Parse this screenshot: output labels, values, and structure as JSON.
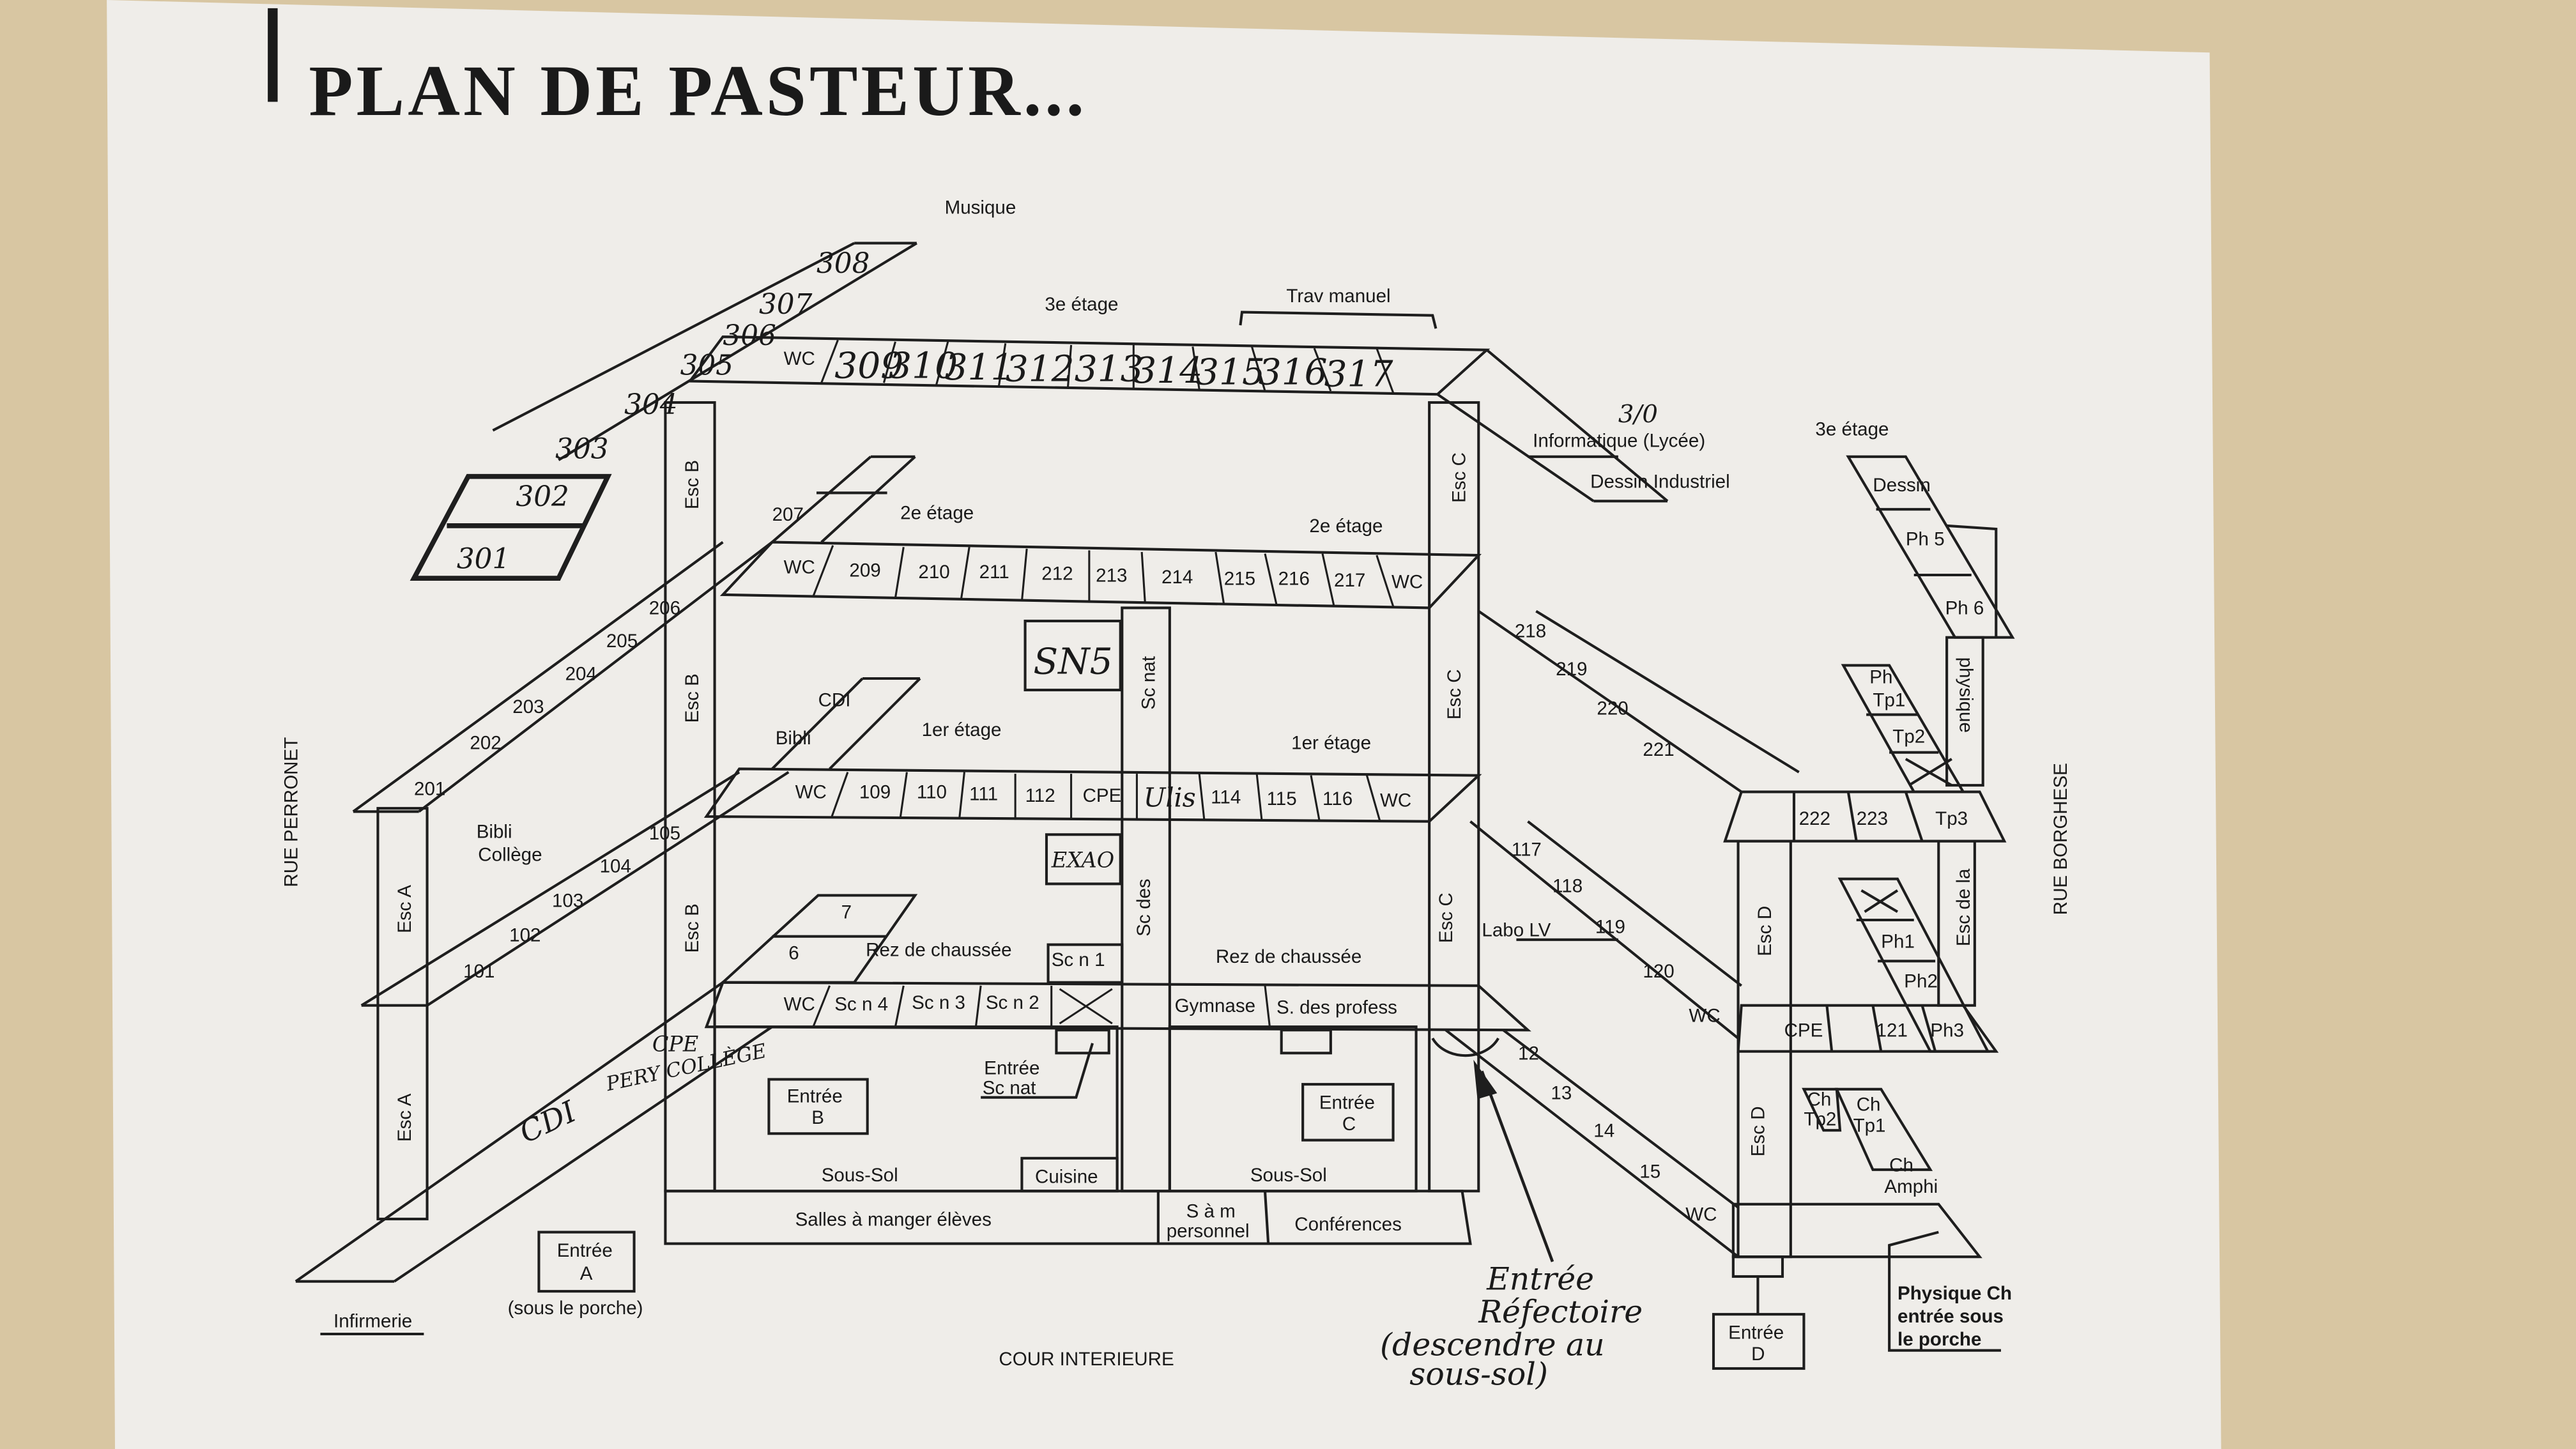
{
  "title": "PLAN DE PASTEUR...",
  "streets": {
    "left": "RUE PERRONET",
    "right": "RUE BORGHESE"
  },
  "courtyard": "COUR INTERIEURE",
  "stairs": {
    "esc_a": "Esc A",
    "esc_b": "Esc B",
    "esc_c": "Esc C",
    "esc_d": "Esc D",
    "esc_de_la": "Esc de la",
    "sc_nat": "Sc nat",
    "sc_des": "Sc des"
  },
  "floor3": {
    "label": "3e étage",
    "label_right": "3e étage",
    "musique": "Musique",
    "trav_manuel": "Trav manuel",
    "corridor": [
      "WC",
      "309",
      "310",
      "311",
      "312",
      "313",
      "314",
      "315",
      "316",
      "317"
    ],
    "wing_left": [
      "308",
      "307",
      "306",
      "305",
      "304",
      "303",
      "302",
      "301"
    ],
    "informatique": "Informatique (Lycée)",
    "informatique_note": "3/0",
    "dessin_industriel": "Dessin Industriel",
    "wing_right": [
      "Dessin",
      "Ph 5",
      "Ph 6"
    ],
    "physique": "physique"
  },
  "floor2": {
    "label_left": "2e étage",
    "label_right": "2e étage",
    "room_207": "207",
    "corridor": [
      "WC",
      "209",
      "210",
      "211",
      "212",
      "213",
      "214",
      "215",
      "216",
      "217",
      "WC"
    ],
    "wing_left": [
      "206",
      "205",
      "204",
      "203",
      "202",
      "201"
    ],
    "wing_right": [
      "218",
      "219",
      "220",
      "221"
    ],
    "right_row": [
      "222",
      "223",
      "Tp3"
    ],
    "ph_tp1_a": "Ph",
    "ph_tp1_b": "Tp1",
    "tp2": "Tp2"
  },
  "floor1": {
    "label_left": "1er étage",
    "label_right": "1er étage",
    "cdi": "CDI",
    "bibli": "Bibli",
    "bibli_college_a": "Bibli",
    "bibli_college_b": "Collège",
    "corridor": [
      "WC",
      "109",
      "110",
      "111",
      "112",
      "CPE",
      "Ulis",
      "114",
      "115",
      "116",
      "WC"
    ],
    "wing_left": [
      "105",
      "104",
      "103",
      "102",
      "101"
    ],
    "wing_right": [
      "117",
      "118",
      "119",
      "120",
      "WC"
    ],
    "labo_lv": "Labo LV",
    "right_row": [
      "CPE",
      "121",
      "Ph3"
    ],
    "right_wing": [
      "Ph1",
      "Ph2"
    ],
    "sn5": "SN5",
    "exao": "EXAO"
  },
  "ground": {
    "label_left": "Rez de chaussée",
    "label_right": "Rez de chaussée",
    "room_7": "7",
    "room_6": "6",
    "sc_n_1": "Sc n 1",
    "corridor": [
      "WC",
      "Sc n 4",
      "Sc n 3",
      "Sc n 2"
    ],
    "gymnase": "Gymnase",
    "profs": "S. des profess",
    "wing_right": [
      "12",
      "13",
      "14",
      "15",
      "WC"
    ],
    "ch_tp2_a": "Ch",
    "ch_tp2_b": "Tp2",
    "ch_tp1_a": "Ch",
    "ch_tp1_b": "Tp1",
    "ch_amphi_a": "Ch",
    "ch_amphi_b": "Amphi",
    "handwritten_cpe": "CPE",
    "handwritten_perry": "PERY COLLÈGE",
    "handwritten_cdi": "CDI"
  },
  "basement": {
    "sous_sol_left": "Sous-Sol",
    "sous_sol_right": "Sous-Sol",
    "cuisine": "Cuisine",
    "salles": "Salles à manger élèves",
    "sam_a": "S à m",
    "sam_b": "personnel",
    "conferences": "Conférences"
  },
  "entrances": {
    "a_line1": "Entrée",
    "a_line2": "A",
    "a_note": "(sous le porche)",
    "b_line1": "Entrée",
    "b_line2": "B",
    "c_line1": "Entrée",
    "c_line2": "C",
    "d_line1": "Entrée",
    "d_line2": "D",
    "sc_nat_line1": "Entrée",
    "sc_nat_line2": "Sc nat",
    "infirmerie": "Infirmerie",
    "physique_ch": [
      "Physique Ch",
      "entrée sous",
      "le porche"
    ],
    "refectoire": [
      "Entrée",
      "Réfectoire",
      "(descendre au",
      "sous-sol)"
    ]
  }
}
